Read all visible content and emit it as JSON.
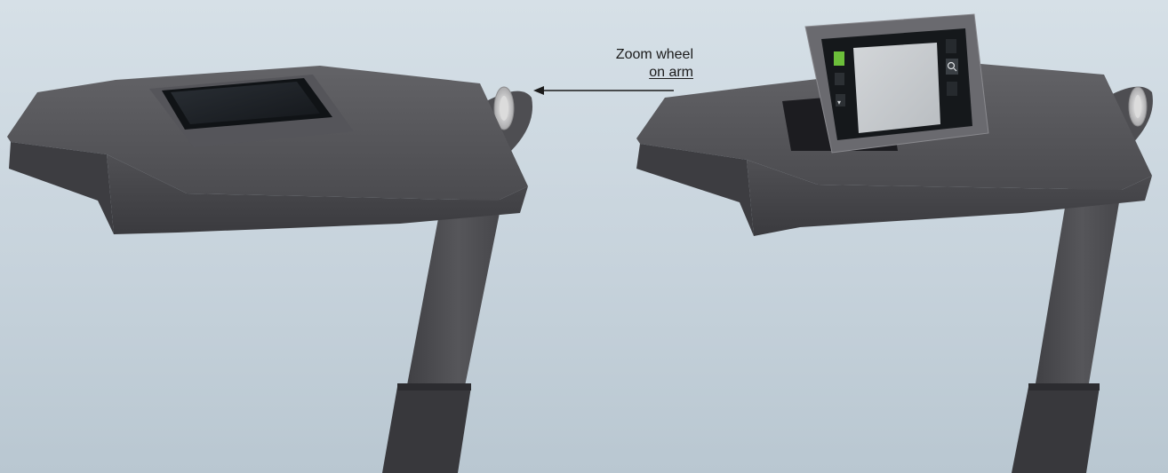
{
  "scene": {
    "subject": "device-on-stand-comparison",
    "colors": {
      "background": "#cfd9e1",
      "body": "#4a4a4e",
      "screen": "#1d2024",
      "display": "#c9cdd1",
      "accent_green": "#6cbf3a"
    }
  },
  "callout": {
    "line_1": "Zoom wheel",
    "line_2": "on arm"
  }
}
